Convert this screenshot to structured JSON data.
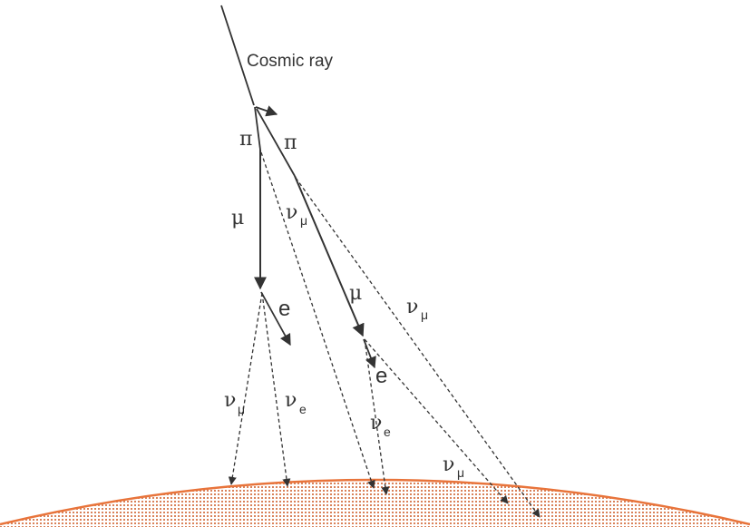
{
  "labels": {
    "cosmic_ray": "Cosmic ray",
    "pion_left": "π",
    "pion_right": "π",
    "muon_left": "μ",
    "muon_right": "μ",
    "electron_left": "e",
    "electron_right": "e",
    "nu": "ν",
    "sub_mu": "μ",
    "sub_e": "e"
  },
  "colors": {
    "ink": "#333333",
    "earth_outline": "#e8743b",
    "earth_dots": "#d9825a"
  }
}
